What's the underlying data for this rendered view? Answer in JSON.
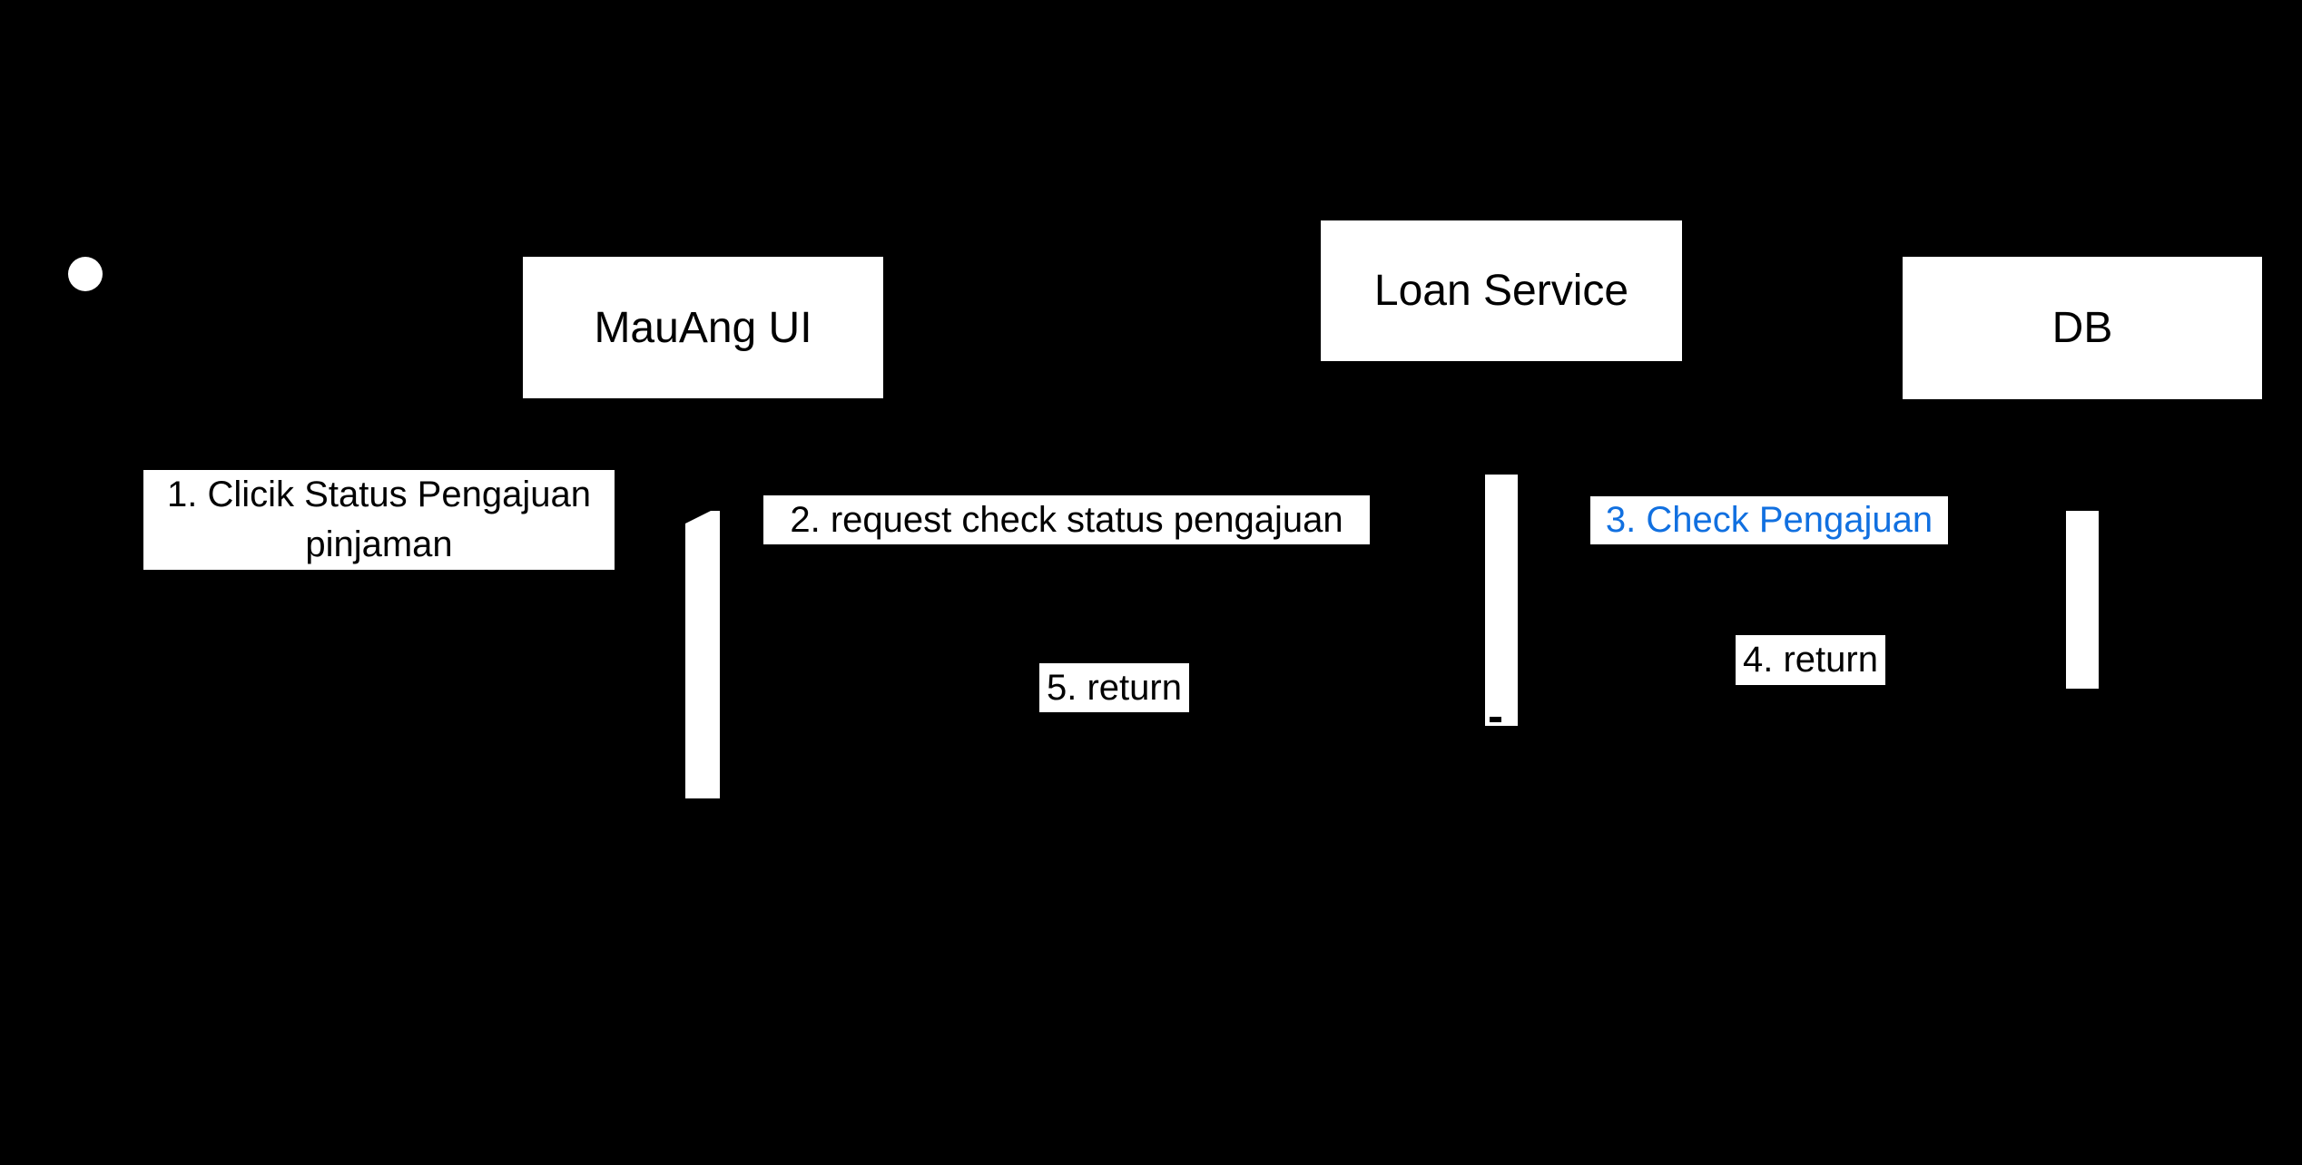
{
  "colors": {
    "background": "#000000",
    "shape_fill": "#FFFFFF",
    "text": "#000000",
    "link_text": "#1170E0"
  },
  "participants": [
    {
      "label": "MauAng UI"
    },
    {
      "label": "Loan Service"
    },
    {
      "label": "DB"
    }
  ],
  "messages": [
    {
      "label": "1. Clicik Status Pengajuan\npinjaman"
    },
    {
      "label": "2. request check status pengajuan"
    },
    {
      "label": "3. Check Pengajuan"
    },
    {
      "label": "4. return"
    },
    {
      "label": "5. return"
    }
  ]
}
